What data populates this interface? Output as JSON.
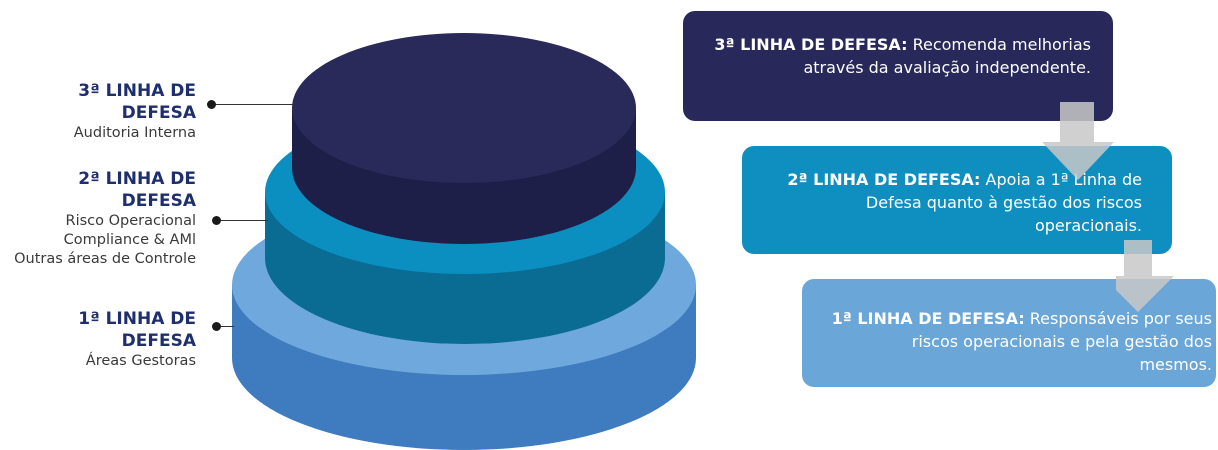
{
  "colors": {
    "tier3_top": "#29295a",
    "tier3_side": "#1d1f48",
    "tier2_top": "#0a8fc0",
    "tier2_side": "#0a6b93",
    "tier1_top": "#6fa8dc",
    "tier1_side": "#3f7bbf",
    "box3": "#28285a",
    "box2": "#0e8fc0",
    "box1": "#6aa6d8",
    "arrow": "#c8c8c8",
    "label_title": "#1f2f6e"
  },
  "left_labels": {
    "third": {
      "title": "3ª LINHA DE DEFESA",
      "lines": [
        "Auditoria Interna"
      ]
    },
    "second": {
      "title": "2ª LINHA DE DEFESA",
      "lines": [
        "Risco Operacional",
        "Compliance & AMl",
        "Outras áreas de Controle"
      ]
    },
    "first": {
      "title": "1ª LINHA DE DEFESA",
      "lines": [
        "Áreas Gestoras"
      ]
    }
  },
  "right_boxes": {
    "third": {
      "title": "3ª LINHA DE DEFESA:",
      "line1": "Recomenda melhorias",
      "line2": "através da avaliação independente."
    },
    "second": {
      "title": "2ª LINHA DE DEFESA:",
      "line1": "Apoia a 1ª Linha de",
      "line2": "Defesa quanto à gestão dos riscos",
      "line3": "operacionais."
    },
    "first": {
      "title": "1ª LINHA DE DEFESA:",
      "line1": "Responsáveis por seus",
      "line2": "riscos operacionais e pela gestão dos",
      "line3": "mesmos."
    }
  }
}
